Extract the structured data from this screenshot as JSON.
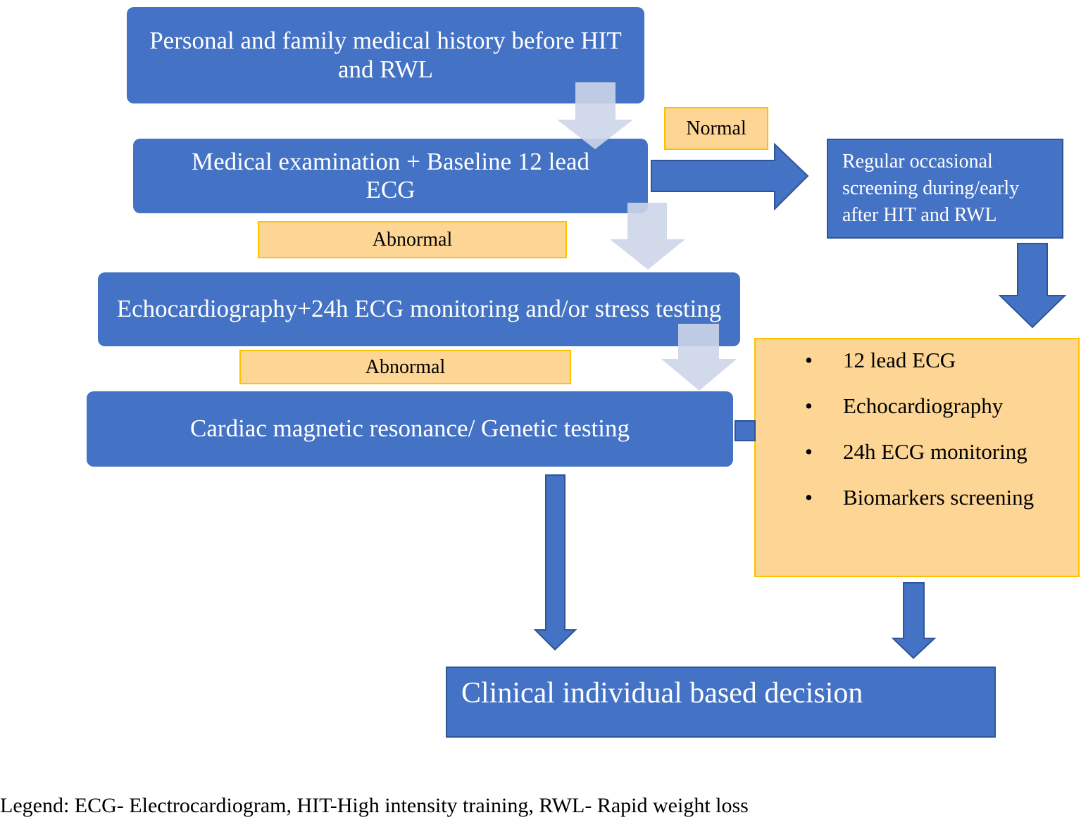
{
  "colors": {
    "box_blue": "#4472C4",
    "box_border": "#2F5597",
    "label_fill": "#FDD594",
    "label_border": "#FFC000",
    "light_arrow": "#CDD5E8"
  },
  "nodes": {
    "history": "Personal and family medical history before HIT and RWL",
    "exam": "Medical examination + Baseline 12 lead ECG",
    "echo": "Echocardiography+24h ECG monitoring and/or stress testing",
    "cmr": "Cardiac magnetic resonance/ Genetic testing",
    "regular": "Regular occasional screening during/early after HIT and RWL",
    "decision": "Clinical individual based decision"
  },
  "labels": {
    "normal": "Normal",
    "abnormal1": "Abnormal",
    "abnormal2": "Abnormal"
  },
  "screening_list": {
    "bullet": "•",
    "items": [
      "12 lead ECG",
      "Echocardiography",
      "24h ECG monitoring",
      "Biomarkers screening"
    ]
  },
  "legend": "Legend: ECG- Electrocardiogram, HIT-High intensity training, RWL- Rapid weight loss"
}
